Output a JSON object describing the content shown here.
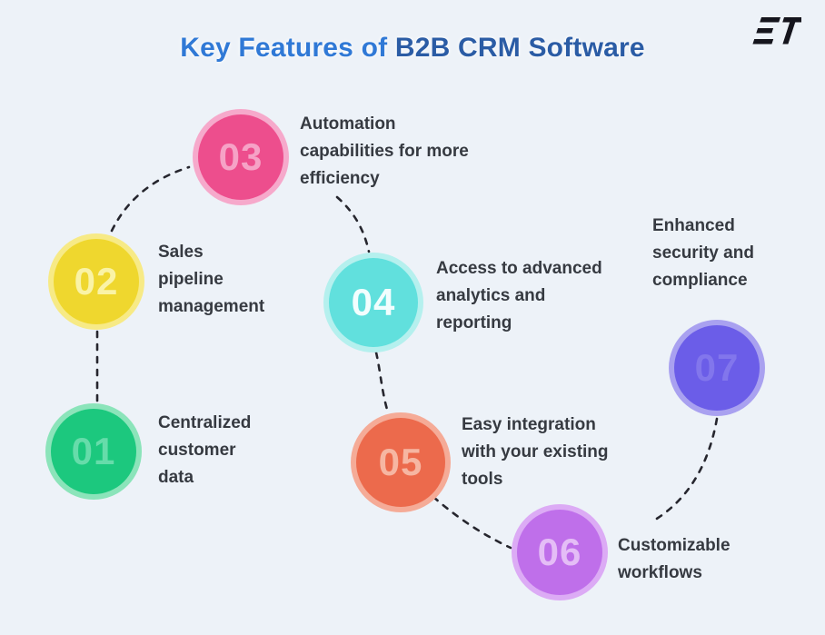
{
  "title": {
    "part1": "Key Features of ",
    "part2": "B2B CRM Software"
  },
  "logo": {
    "name": "ET"
  },
  "colors": {
    "background": "#edf2f8",
    "title_primary": "#3079d6",
    "title_secondary": "#2b5ca5",
    "label_text": "#363a41",
    "connector": "#26262e",
    "logo": "#15151d"
  },
  "features": [
    {
      "number": "01",
      "label": "Centralized\ncustomer\ndata",
      "fill": "#1cc87e",
      "ring": "#8be4ba",
      "number_color": "#66dcaa"
    },
    {
      "number": "02",
      "label": "Sales\npipeline\nmanagement",
      "fill": "#efd72e",
      "ring": "#f7ea86",
      "number_color": "#faf3a6"
    },
    {
      "number": "03",
      "label": "Automation\ncapabilities for more\nefficiency",
      "fill": "#ed4e8d",
      "ring": "#f6a9cb",
      "number_color": "#f6a2c6"
    },
    {
      "number": "04",
      "label": "Access to advanced\nanalytics and\nreporting",
      "fill": "#61e0dd",
      "ring": "#b5f0ee",
      "number_color": "#f2fefe"
    },
    {
      "number": "05",
      "label": "Easy integration\nwith your existing\ntools",
      "fill": "#ec6a4c",
      "ring": "#f5ab97",
      "number_color": "#f6b6a2"
    },
    {
      "number": "06",
      "label": "Customizable\nworkflows",
      "fill": "#bf6fea",
      "ring": "#dcabf5",
      "number_color": "#e4bdf6"
    },
    {
      "number": "07",
      "label": "Enhanced\nsecurity and\ncompliance",
      "fill": "#6b5de8",
      "ring": "#a9a1f0",
      "number_color": "#8276ec"
    }
  ]
}
